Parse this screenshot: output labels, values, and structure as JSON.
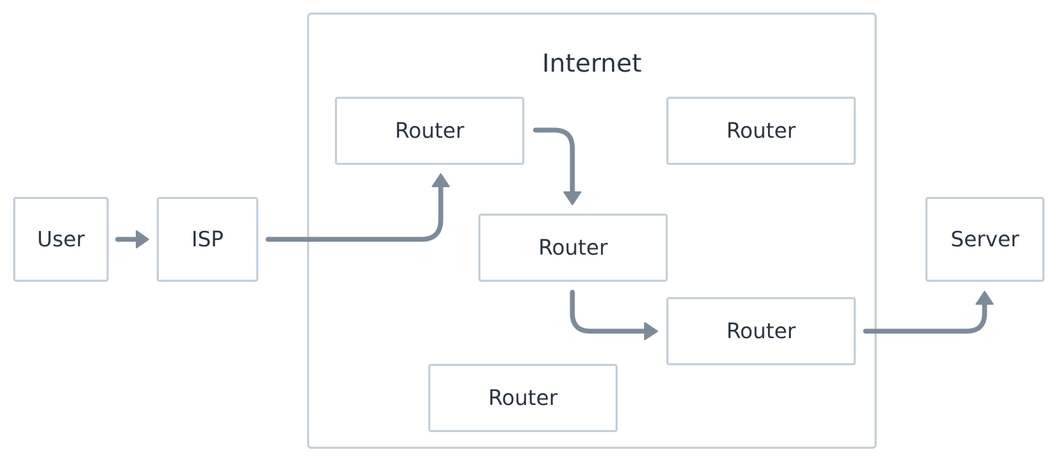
{
  "diagram": {
    "user": "User",
    "isp": "ISP",
    "internet": "Internet",
    "routers": [
      "Router",
      "Router",
      "Router",
      "Router",
      "Router"
    ],
    "server": "Server"
  },
  "colors": {
    "box_border": "#c5d0d9",
    "arrow": "#7d8a98",
    "text": "#2b3440"
  }
}
